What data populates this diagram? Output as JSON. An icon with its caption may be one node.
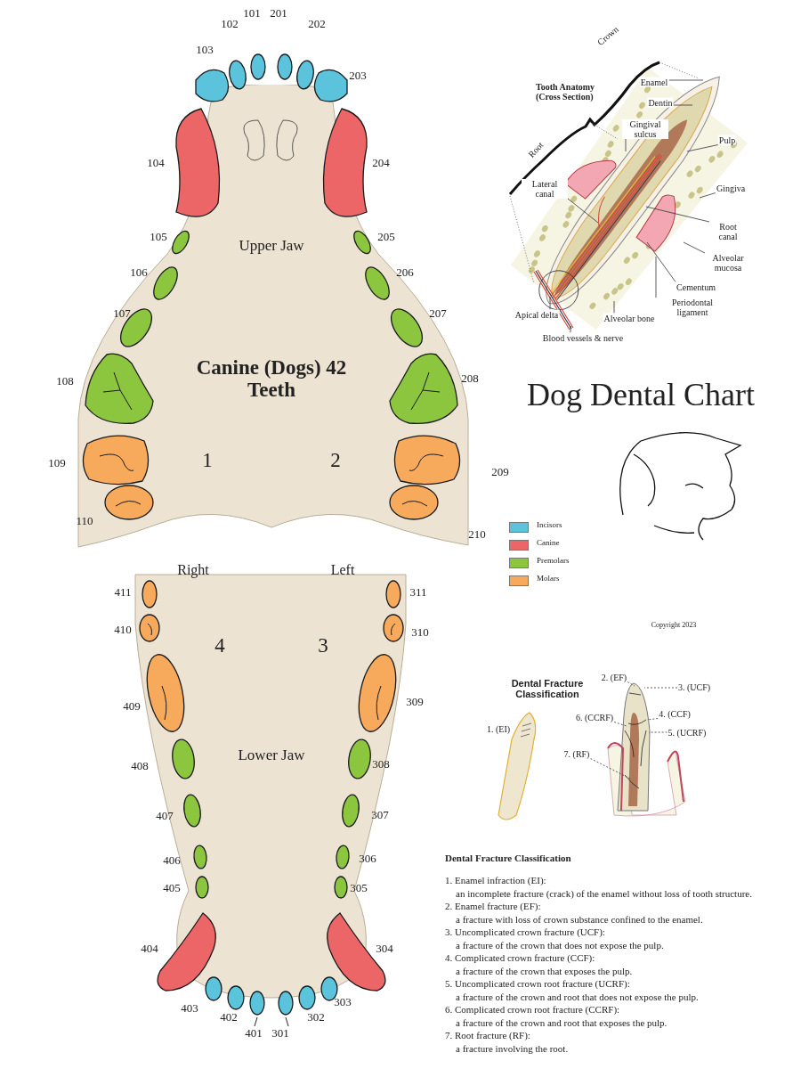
{
  "diagram": {
    "title": "Dog Dental Chart",
    "nodes": [
      {
        "text": [
          "Upper Jaw",
          "Canine (Dogs) 42 Teeth",
          "1",
          "2"
        ]
      },
      {
        "text": [
          "4",
          "3",
          "Lower Jaw"
        ]
      },
      {
        "text": [
          "Enamel"
        ]
      },
      {
        "text": [
          "Dentin"
        ]
      },
      {
        "text": [
          "Gingival sulcus"
        ]
      },
      {
        "text": [
          "Pulp"
        ]
      },
      {
        "text": [
          "Lateral canal"
        ]
      },
      {
        "text": [
          "Gingiva"
        ]
      },
      {
        "text": [
          "Root canal"
        ]
      },
      {
        "text": [
          "Alveolar mucosa"
        ]
      },
      {
        "text": [
          "Cementum"
        ]
      },
      {
        "text": [
          "Periodontal ligament"
        ]
      },
      {
        "text": [
          "Apical delta"
        ]
      },
      {
        "text": [
          "Alveolar bone"
        ]
      },
      {
        "text": [
          "Blood vessels & nerve"
        ]
      },
      {
        "text": [
          "2. (EF)"
        ]
      },
      {
        "text": [
          "3. (UCF)"
        ]
      },
      {
        "text": [
          "6. (CCRF)"
        ]
      },
      {
        "text": [
          "4. (CCF)"
        ]
      },
      {
        "text": [
          "5. (UCRF)"
        ]
      },
      {
        "text": [
          "7. (RF)"
        ]
      }
    ],
    "edges": [
      {
        "from": 2,
        "to": null,
        "arrow": "none"
      },
      {
        "from": 3,
        "to": null,
        "arrow": "none"
      },
      {
        "from": 4,
        "to": null,
        "arrow": "none"
      },
      {
        "from": 5,
        "to": null,
        "arrow": "none"
      },
      {
        "from": 6,
        "to": null,
        "arrow": "none"
      },
      {
        "from": 7,
        "to": null,
        "arrow": "none"
      },
      {
        "from": 8,
        "to": null,
        "arrow": "none"
      },
      {
        "from": 9,
        "to": null,
        "arrow": "none"
      },
      {
        "from": 10,
        "to": null,
        "arrow": "none"
      },
      {
        "from": 11,
        "to": null,
        "arrow": "none"
      },
      {
        "from": 12,
        "to": null,
        "arrow": "none"
      },
      {
        "from": 13,
        "to": null,
        "arrow": "none"
      },
      {
        "from": 14,
        "to": null,
        "arrow": "none"
      },
      {
        "from": 15,
        "to": null,
        "arrow": "none",
        "style": "dashed"
      },
      {
        "from": 16,
        "to": null,
        "arrow": "none",
        "style": "dashed"
      },
      {
        "from": 17,
        "to": null,
        "arrow": "none",
        "style": "dashed"
      },
      {
        "from": 18,
        "to": null,
        "arrow": "none",
        "style": "dashed"
      },
      {
        "from": 19,
        "to": null,
        "arrow": "none",
        "style": "dashed"
      },
      {
        "from": 20,
        "to": null,
        "arrow": "none",
        "style": "dashed"
      }
    ],
    "labels": [
      "101",
      "201",
      "102",
      "202",
      "103",
      "203",
      "104",
      "204",
      "105",
      "205",
      "106",
      "206",
      "107",
      "207",
      "108",
      "208",
      "109",
      "209",
      "110",
      "210",
      "Right",
      "Left",
      "411",
      "311",
      "410",
      "310",
      "409",
      "309",
      "408",
      "308",
      "407",
      "307",
      "406",
      "306",
      "405",
      "305",
      "404",
      "304",
      "403",
      "303",
      "402",
      "302",
      "401",
      "301",
      "Tooth Anatomy (Cross Section)",
      "Crown",
      "Root",
      "Copyright 2023",
      "Dental Fracture Classification",
      "1. (EI)",
      "Dental Fracture Classification",
      "1. Enamel infraction (EI):",
      "an incomplete fracture (crack) of the enamel without loss of tooth structure.",
      "2. Enamel fracture (EF):",
      "a fracture with loss of crown substance confined to the enamel.",
      "3. Uncomplicated crown fracture (UCF):",
      "a fracture of the crown that does not expose the pulp.",
      "4. Complicated crown fracture (CCF):",
      "a fracture of the crown that exposes the pulp.",
      "5. Uncomplicated crown root fracture (UCRF):",
      "a fracture of the crown and root that does not expose the pulp.",
      "6. Complicated crown root fracture (CCRF):",
      "a fracture of the crown and root that exposes the pulp.",
      "7. Root fracture (RF):",
      "a fracture involving the root."
    ],
    "legend": [
      {
        "text": "Incisors",
        "color": "#5bc4dc"
      },
      {
        "text": "Canine",
        "color": "#ec6668"
      },
      {
        "text": "Premolars",
        "color": "#8cc63f"
      },
      {
        "text": "Molars",
        "color": "#f8aa5c"
      }
    ]
  }
}
